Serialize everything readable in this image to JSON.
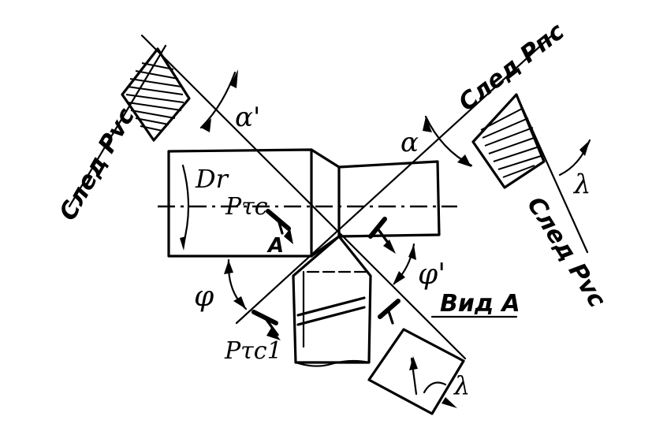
{
  "labels": {
    "trace_pvc_top": "След Pvc",
    "trace_pnc": "След Pпс",
    "trace_pvc_right": "След Pvc",
    "d_r": "Dr",
    "p_tc": "Pτc",
    "a_marker": "A",
    "p_tc1": "Pτc1",
    "phi": "φ",
    "phi_prime": "φ'",
    "alpha": "α",
    "alpha_prime": "α'",
    "lambda_right": "λ",
    "lambda_bottom": "λ",
    "view_a": "Вид А"
  }
}
